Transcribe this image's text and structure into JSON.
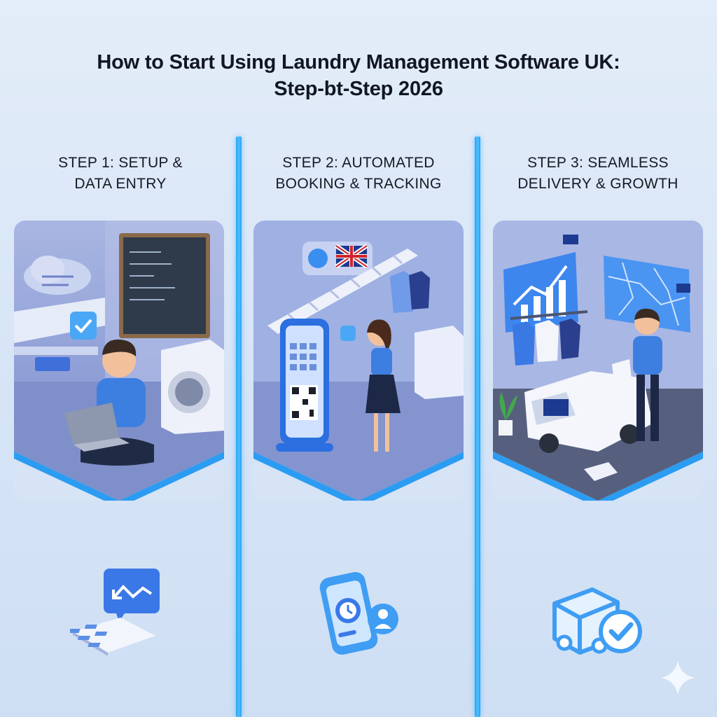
{
  "title": {
    "line1": "How to Start Using Laundry Management Software UK:",
    "line2": "Step-bt-Step 2026"
  },
  "steps": [
    {
      "line1": "STEP 1: SETUP &",
      "line2": "DATA ENTRY",
      "icon": "keyboard-chart-icon"
    },
    {
      "line1": "STEP 2: AUTOMATED",
      "line2": "BOOKING & TRACKING",
      "icon": "phone-clock-icon"
    },
    {
      "line1": "STEP 3: SEAMLESS",
      "line2": "DELIVERY & GROWTH",
      "icon": "truck-check-icon"
    }
  ],
  "colors": {
    "background": "#d8e6f7",
    "accent": "#27a3f3",
    "primary_blue": "#3b78e7",
    "dark_text": "#111722"
  }
}
